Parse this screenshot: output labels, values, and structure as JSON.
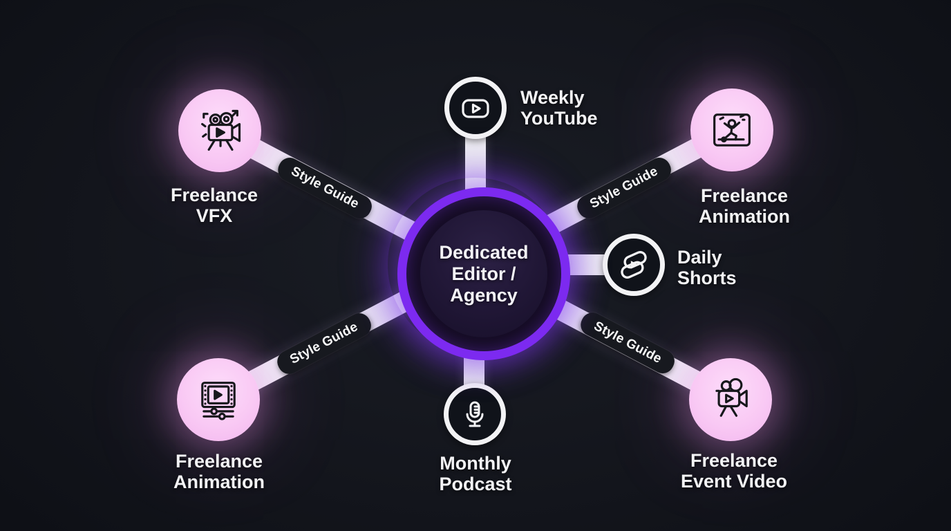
{
  "diagram": {
    "hub": {
      "label": "Dedicated Editor / Agency",
      "lines": [
        "Dedicated",
        "Editor /",
        "Agency"
      ]
    },
    "platforms": [
      {
        "name": "weekly-youtube",
        "lines": [
          "Weekly",
          "YouTube"
        ],
        "icon": "youtube-play-icon"
      },
      {
        "name": "daily-shorts",
        "lines": [
          "Daily",
          "Shorts"
        ],
        "icon": "shorts-icon"
      },
      {
        "name": "monthly-podcast",
        "lines": [
          "Monthly",
          "Podcast"
        ],
        "icon": "microphone-icon"
      }
    ],
    "freelancers": [
      {
        "name": "freelance-vfx",
        "lines": [
          "Freelance",
          "VFX"
        ],
        "icon": "vfx-camera-icon",
        "connector_label": "Style Guide"
      },
      {
        "name": "freelance-animation-top-right",
        "lines": [
          "Freelance",
          "Animation"
        ],
        "icon": "animation-player-icon",
        "connector_label": "Style Guide"
      },
      {
        "name": "freelance-animation-bottom-left",
        "lines": [
          "Freelance",
          "Animation"
        ],
        "icon": "film-player-icon",
        "connector_label": "Style Guide"
      },
      {
        "name": "freelance-event-video",
        "lines": [
          "Freelance",
          "Event Video"
        ],
        "icon": "event-camera-icon",
        "connector_label": "Style Guide"
      }
    ],
    "colors": {
      "background": "#14161d",
      "hub_ring": "#7c2af0",
      "hub_outer_ring": "#b29ae8",
      "hub_inner": "#221838",
      "pink_node": "#f9c9f4",
      "connector": "#ece9f3",
      "label_pill_bg": "#17191f",
      "text": "#f3f3f5"
    }
  }
}
